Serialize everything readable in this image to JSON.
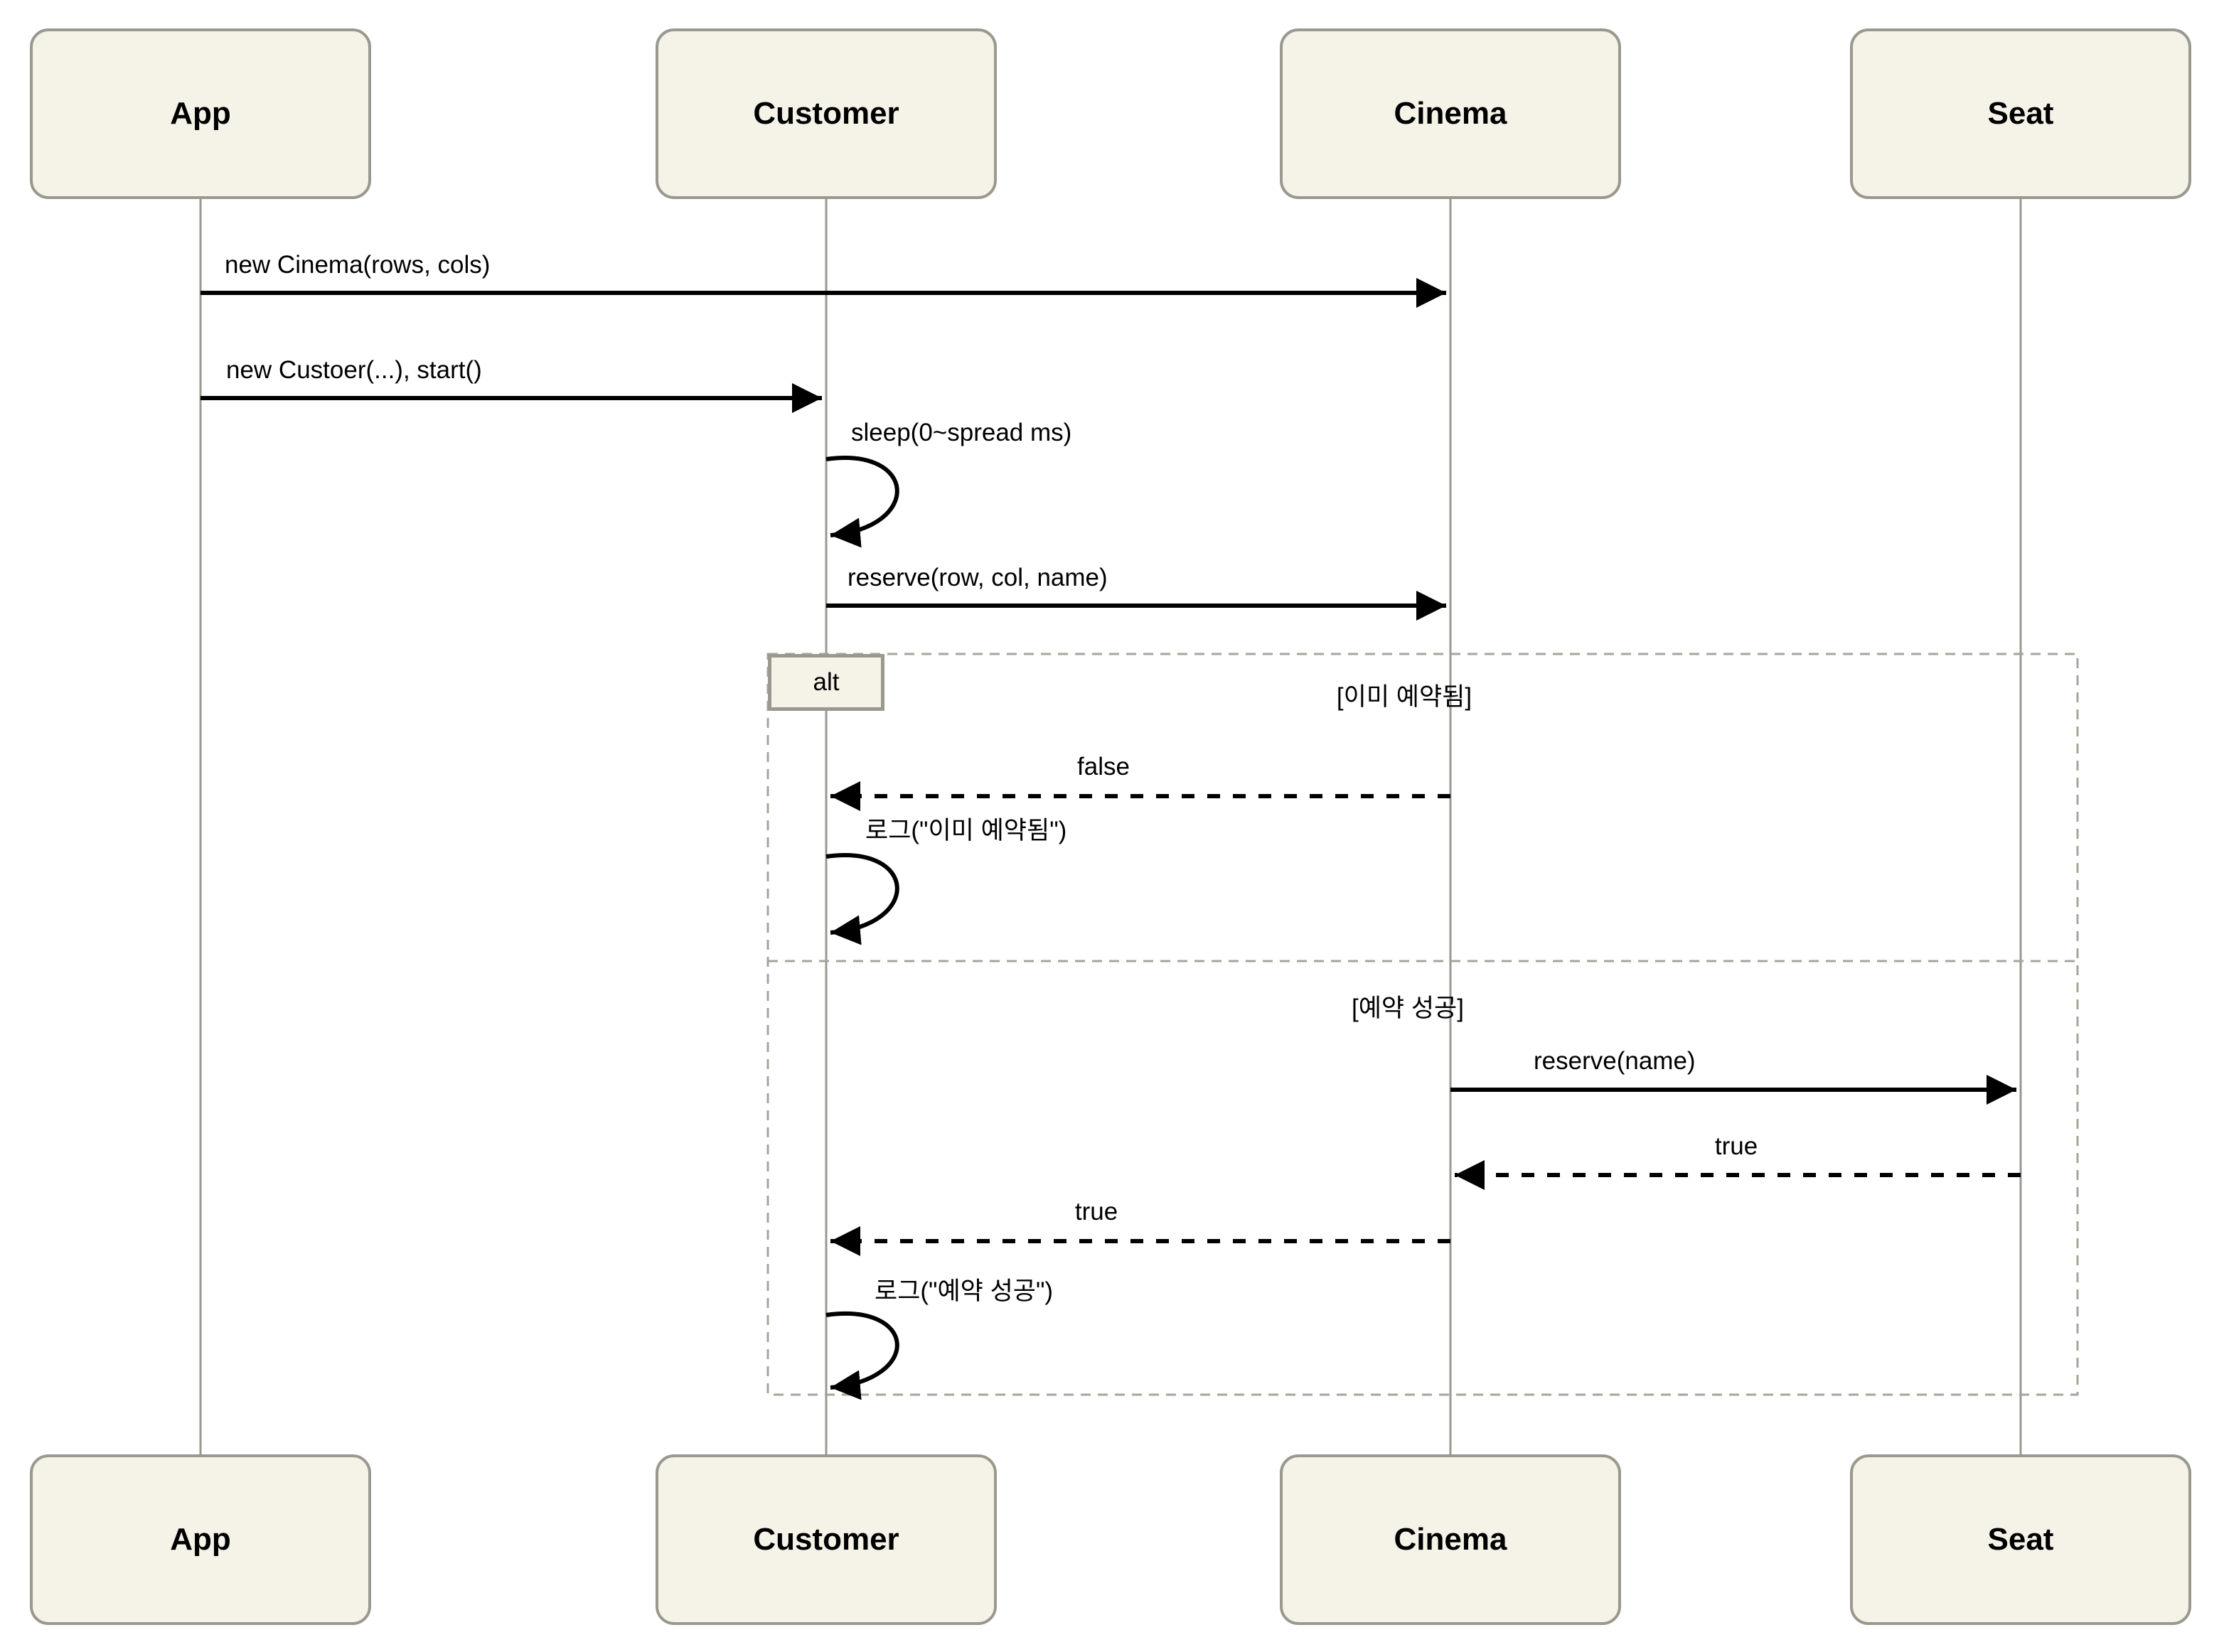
{
  "diagram": {
    "type": "sequence-diagram",
    "participants": [
      {
        "name": "App"
      },
      {
        "name": "Customer"
      },
      {
        "name": "Cinema"
      },
      {
        "name": "Seat"
      }
    ],
    "messages": {
      "new_cinema": "new Cinema(rows, cols)",
      "new_customer": "new Custoer(...), start()",
      "sleep": "sleep(0~spread ms)",
      "reserve_row_col_name": "reserve(row, col, name)",
      "false_return": "false",
      "log_already_reserved": "로그(\"이미 예약됨\")",
      "reserve_name": "reserve(name)",
      "true_return_seat": "true",
      "true_return_customer": "true",
      "log_success": "로그(\"예약 성공\")"
    },
    "alt": {
      "label": "alt",
      "condition_already_reserved": "[이미 예약됨]",
      "condition_success": "[예약 성공]"
    },
    "colors": {
      "participant_fill": "#f5f2e8",
      "participant_border": "#999990",
      "lifeline": "#999990",
      "frame_border": "#a5a59b",
      "message_line": "#000000",
      "background": "#ffffff"
    }
  }
}
